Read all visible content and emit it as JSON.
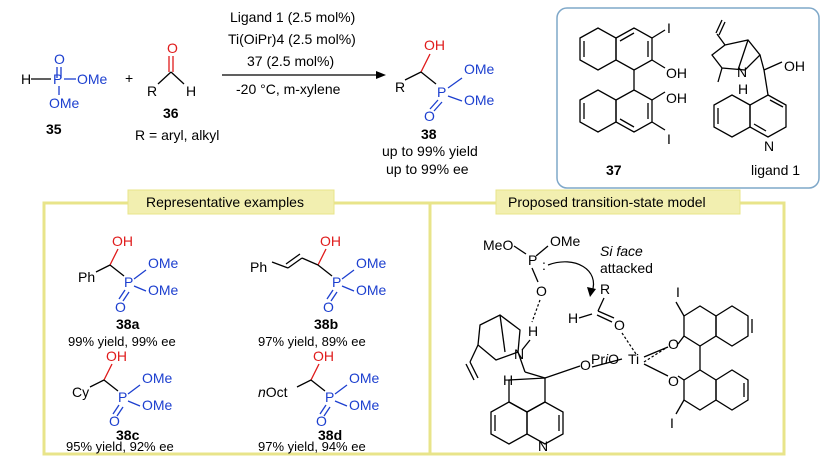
{
  "reaction": {
    "reagent_1": "H–P(O)(OMe)2",
    "reagent_1_label": "35",
    "reagent_2_label": "36",
    "r_def": "R = aryl, alkyl",
    "cond_line1": "Ligand 1 (2.5 mol%)",
    "cond_line2": "Ti(OiPr)4 (2.5 mol%)",
    "cond_line3": "37 (2.5 mol%)",
    "cond_line4": "-20 °C, m-xylene",
    "product_label": "38",
    "yield_line": "up to 99% yield",
    "ee_line": "up to 99% ee"
  },
  "catalysts": {
    "binol_label": "37",
    "ligand_label": "ligand 1"
  },
  "examples": {
    "title": "Representative examples",
    "items": [
      {
        "label": "38a",
        "result": "99% yield, 99% ee"
      },
      {
        "label": "38b",
        "result": "97% yield, 89% ee"
      },
      {
        "label": "38c",
        "result": "95% yield, 92% ee"
      },
      {
        "label": "38d",
        "result": "97% yield, 94% ee"
      }
    ]
  },
  "model": {
    "title": "Proposed transition-state model",
    "face_note_1": "Si face",
    "face_note_2": "attacked"
  },
  "colors": {
    "red": "#e01b1b",
    "blue": "#1c3fcf",
    "panel_border": "#e8e48a",
    "panel_title_bg": "#f2efb0",
    "cat_border": "#7fa8c9"
  }
}
